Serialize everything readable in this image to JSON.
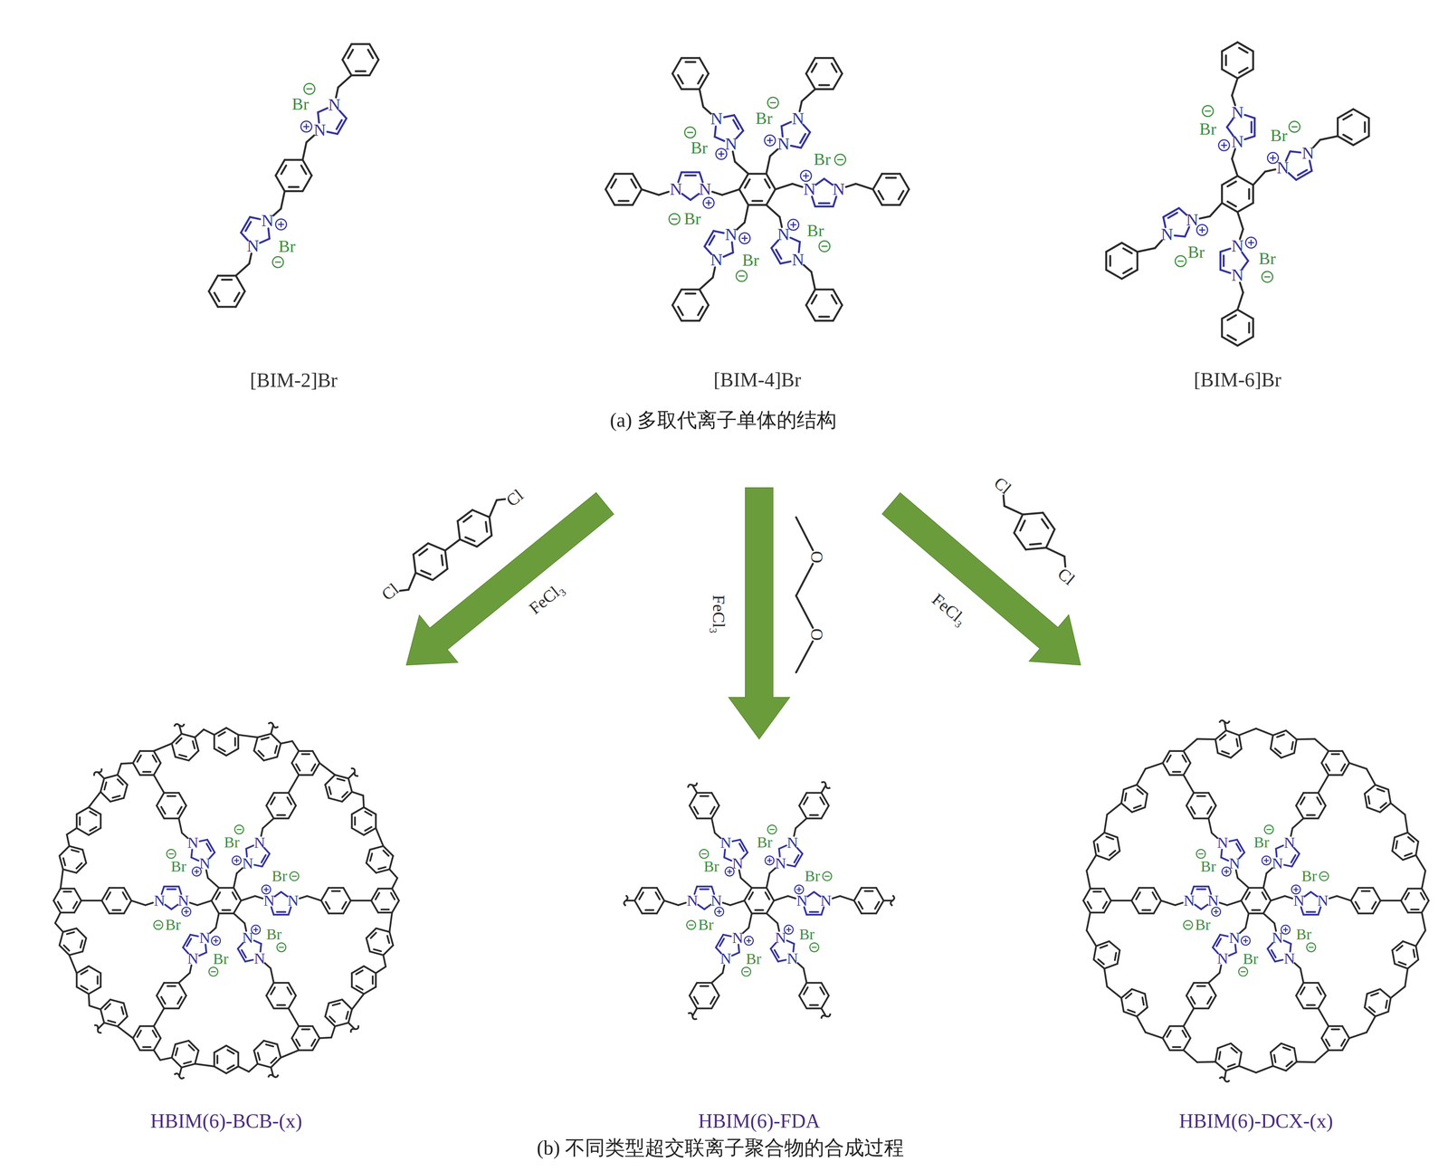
{
  "diagram": {
    "nodes": [
      {
        "text": [
          "[BIM-2]Br"
        ]
      },
      {
        "text": [
          "[BIM-4]Br"
        ]
      },
      {
        "text": [
          "[BIM-6]Br"
        ]
      },
      {
        "text": [
          "HBIM(6)-BCB-(x)"
        ]
      },
      {
        "text": [
          "HBIM(6)-FDA"
        ]
      },
      {
        "text": [
          "HBIM(6)-DCX-(x)"
        ]
      }
    ],
    "labels": [
      "N",
      "N",
      "Br",
      "N",
      "N",
      "Br",
      "N",
      "N",
      "Br",
      "N",
      "N",
      "Br",
      "N",
      "N",
      "Br",
      "N",
      "N",
      "Br",
      "N",
      "N",
      "Br",
      "N",
      "N",
      "Br",
      "N",
      "N",
      "Br",
      "N",
      "N",
      "Br",
      "N",
      "N",
      "Br",
      "N",
      "N",
      "Br",
      "(a) 多取代离子单体的结构",
      "Cl",
      "Cl",
      "FeCl₃",
      "FeCl₃",
      "O",
      "O",
      "Cl",
      "Cl",
      "FeCl₃",
      "N",
      "N",
      "Br",
      "N",
      "N",
      "Br",
      "N",
      "N",
      "Br",
      "N",
      "N",
      "Br",
      "N",
      "N",
      "Br",
      "N",
      "N",
      "Br",
      "N",
      "N",
      "Br",
      "N",
      "N",
      "Br",
      "N",
      "N",
      "Br",
      "N",
      "N",
      "Br",
      "N",
      "N",
      "Br",
      "N",
      "N",
      "Br",
      "N",
      "N",
      "Br",
      "N",
      "N",
      "Br",
      "N",
      "N",
      "Br",
      "N",
      "N",
      "Br",
      "N",
      "N",
      "Br",
      "N",
      "N",
      "Br",
      "(b) 不同类型超交联离子聚合物的合成过程"
    ]
  }
}
